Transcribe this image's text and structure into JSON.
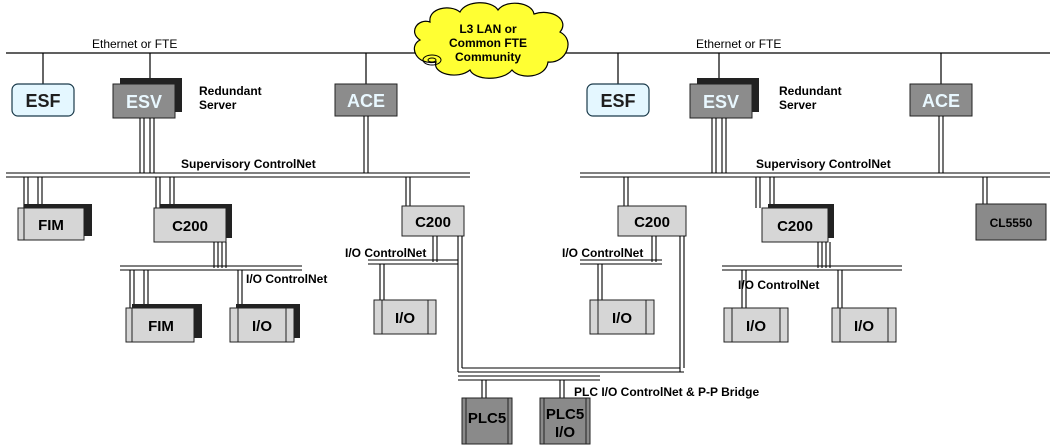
{
  "cloud": {
    "line1": "L3 LAN or",
    "line2": "Common FTE",
    "line3": "Community"
  },
  "left": {
    "ethernet_label": "Ethernet or FTE",
    "esf": "ESF",
    "esv": "ESV",
    "ace": "ACE",
    "redundant_line1": "Redundant",
    "redundant_line2": "Server",
    "supervisory_label": "Supervisory ControlNet",
    "fim_top": "FIM",
    "c200_a": "C200",
    "c200_b": "C200",
    "io_controlnet_a": "I/O ControlNet",
    "io_controlnet_b": "I/O ControlNet",
    "fim_bottom": "FIM",
    "io_a": "I/O",
    "io_b": "I/O"
  },
  "right": {
    "ethernet_label": "Ethernet or FTE",
    "esf": "ESF",
    "esv": "ESV",
    "ace": "ACE",
    "redundant_line1": "Redundant",
    "redundant_line2": "Server",
    "supervisory_label": "Supervisory ControlNet",
    "c200_a": "C200",
    "c200_b": "C200",
    "cl5550": "CL5550",
    "io_controlnet_a": "I/O ControlNet",
    "io_controlnet_b": "I/O ControlNet",
    "io_a": "I/O",
    "io_b": "I/O",
    "io_c": "I/O"
  },
  "bottom": {
    "bridge_label": "PLC I/O ControlNet & P-P Bridge",
    "plc5": "PLC5",
    "plc5io_line1": "PLC5",
    "plc5io_line2": "I/O"
  },
  "colors": {
    "esf_fill": "#e4f7ff",
    "server_fill": "#8c8c8c",
    "device_fill": "#d6d6d6",
    "plc_fill": "#8a8a8a",
    "cloud_fill": "#ffff33",
    "shadow": "#222222"
  }
}
